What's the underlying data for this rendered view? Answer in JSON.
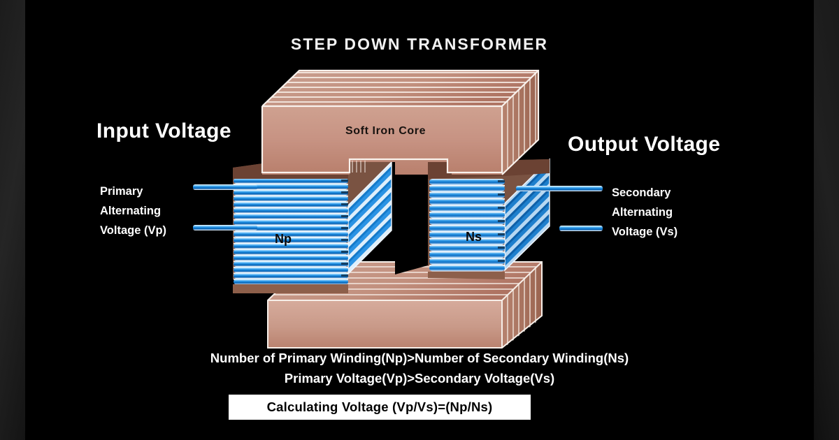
{
  "page": {
    "background_color": "#000000",
    "title": "STEP DOWN TRANSFORMER"
  },
  "labels": {
    "input_voltage": "Input Voltage",
    "output_voltage": "Output Voltage",
    "core": "Soft Iron Core",
    "primary_coil": "Np",
    "secondary_coil": "Ns",
    "primary_lead_line1": "Primary",
    "primary_lead_line2": "Alternating",
    "primary_lead_line3": "Voltage (Vp)",
    "secondary_lead_line1": "Secondary",
    "secondary_lead_line2": "Alternating",
    "secondary_lead_line3": "Voltage (Vs)"
  },
  "notes": {
    "line1": "Number of Primary Winding(Np)>Number of Secondary Winding(Ns)",
    "line2": "Primary Voltage(Vp)>Secondary Voltage(Vs)"
  },
  "formula": {
    "text": "Calculating Voltage (Vp/Vs)=(Np/Ns)",
    "box_background": "#ffffff",
    "text_color": "#000000"
  },
  "colors": {
    "background": "#000000",
    "text": "#ffffff",
    "core_copper_light": "#d3a596",
    "core_copper": "#c69381",
    "core_copper_dark": "#8d5f4a",
    "core_shadow": "#6d4535",
    "lamination_line": "#f2e6e0",
    "winding_blue": "#1b8ce0",
    "winding_blue_dark": "#0a63b4",
    "winding_highlight": "#ffffff",
    "window_gap": "#000000",
    "formula_box": "#ffffff"
  },
  "diagram": {
    "type": "step-down-transformer-cutaway",
    "parts": [
      "laminated soft iron core (top yoke)",
      "laminated soft iron core (bottom yoke)",
      "primary winding Np (left limb, many turns)",
      "secondary winding Ns (right limb, fewer turns)",
      "primary lead wires (2, left side)",
      "secondary lead wires (2, right side)",
      "core window gap (center)"
    ],
    "primary_turns_shown": 17,
    "secondary_turns_shown": 14
  }
}
